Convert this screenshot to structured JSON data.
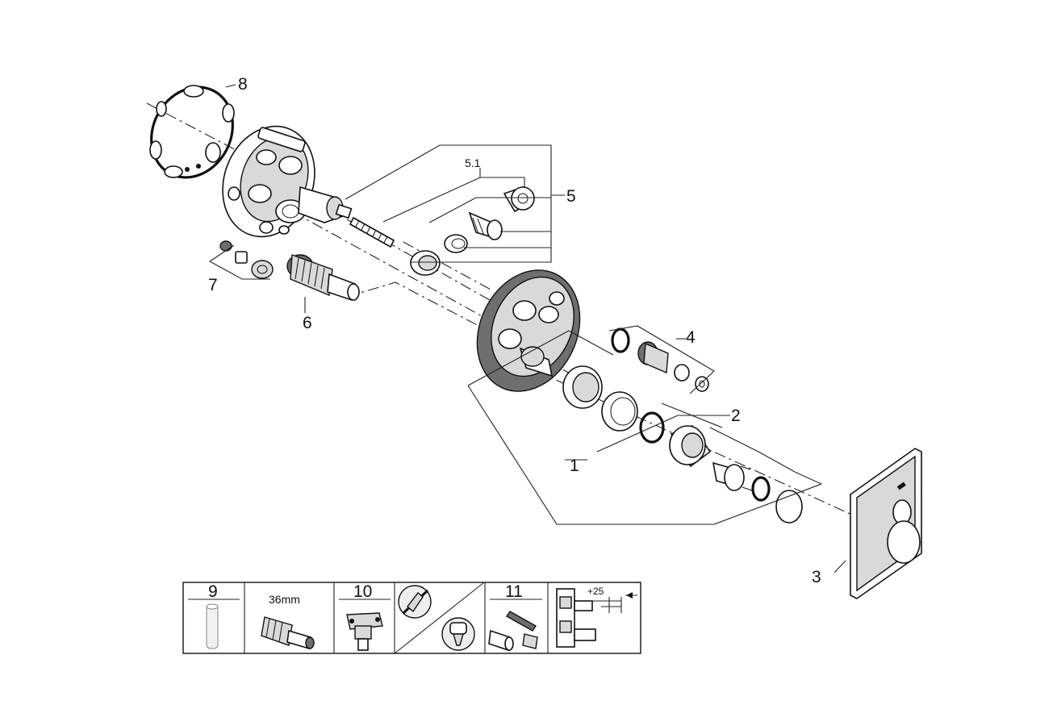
{
  "diagram": {
    "callouts": {
      "c1": "1",
      "c2": "2",
      "c3": "3",
      "c4": "4",
      "c5": "5",
      "c5_1": "5.1",
      "c6": "6",
      "c7": "7",
      "c8": "8"
    },
    "accessory_table": {
      "cell_9": "9",
      "cell_wrench": "36mm",
      "cell_10": "10",
      "cell_11": "11",
      "cell_dim": "+25"
    }
  }
}
